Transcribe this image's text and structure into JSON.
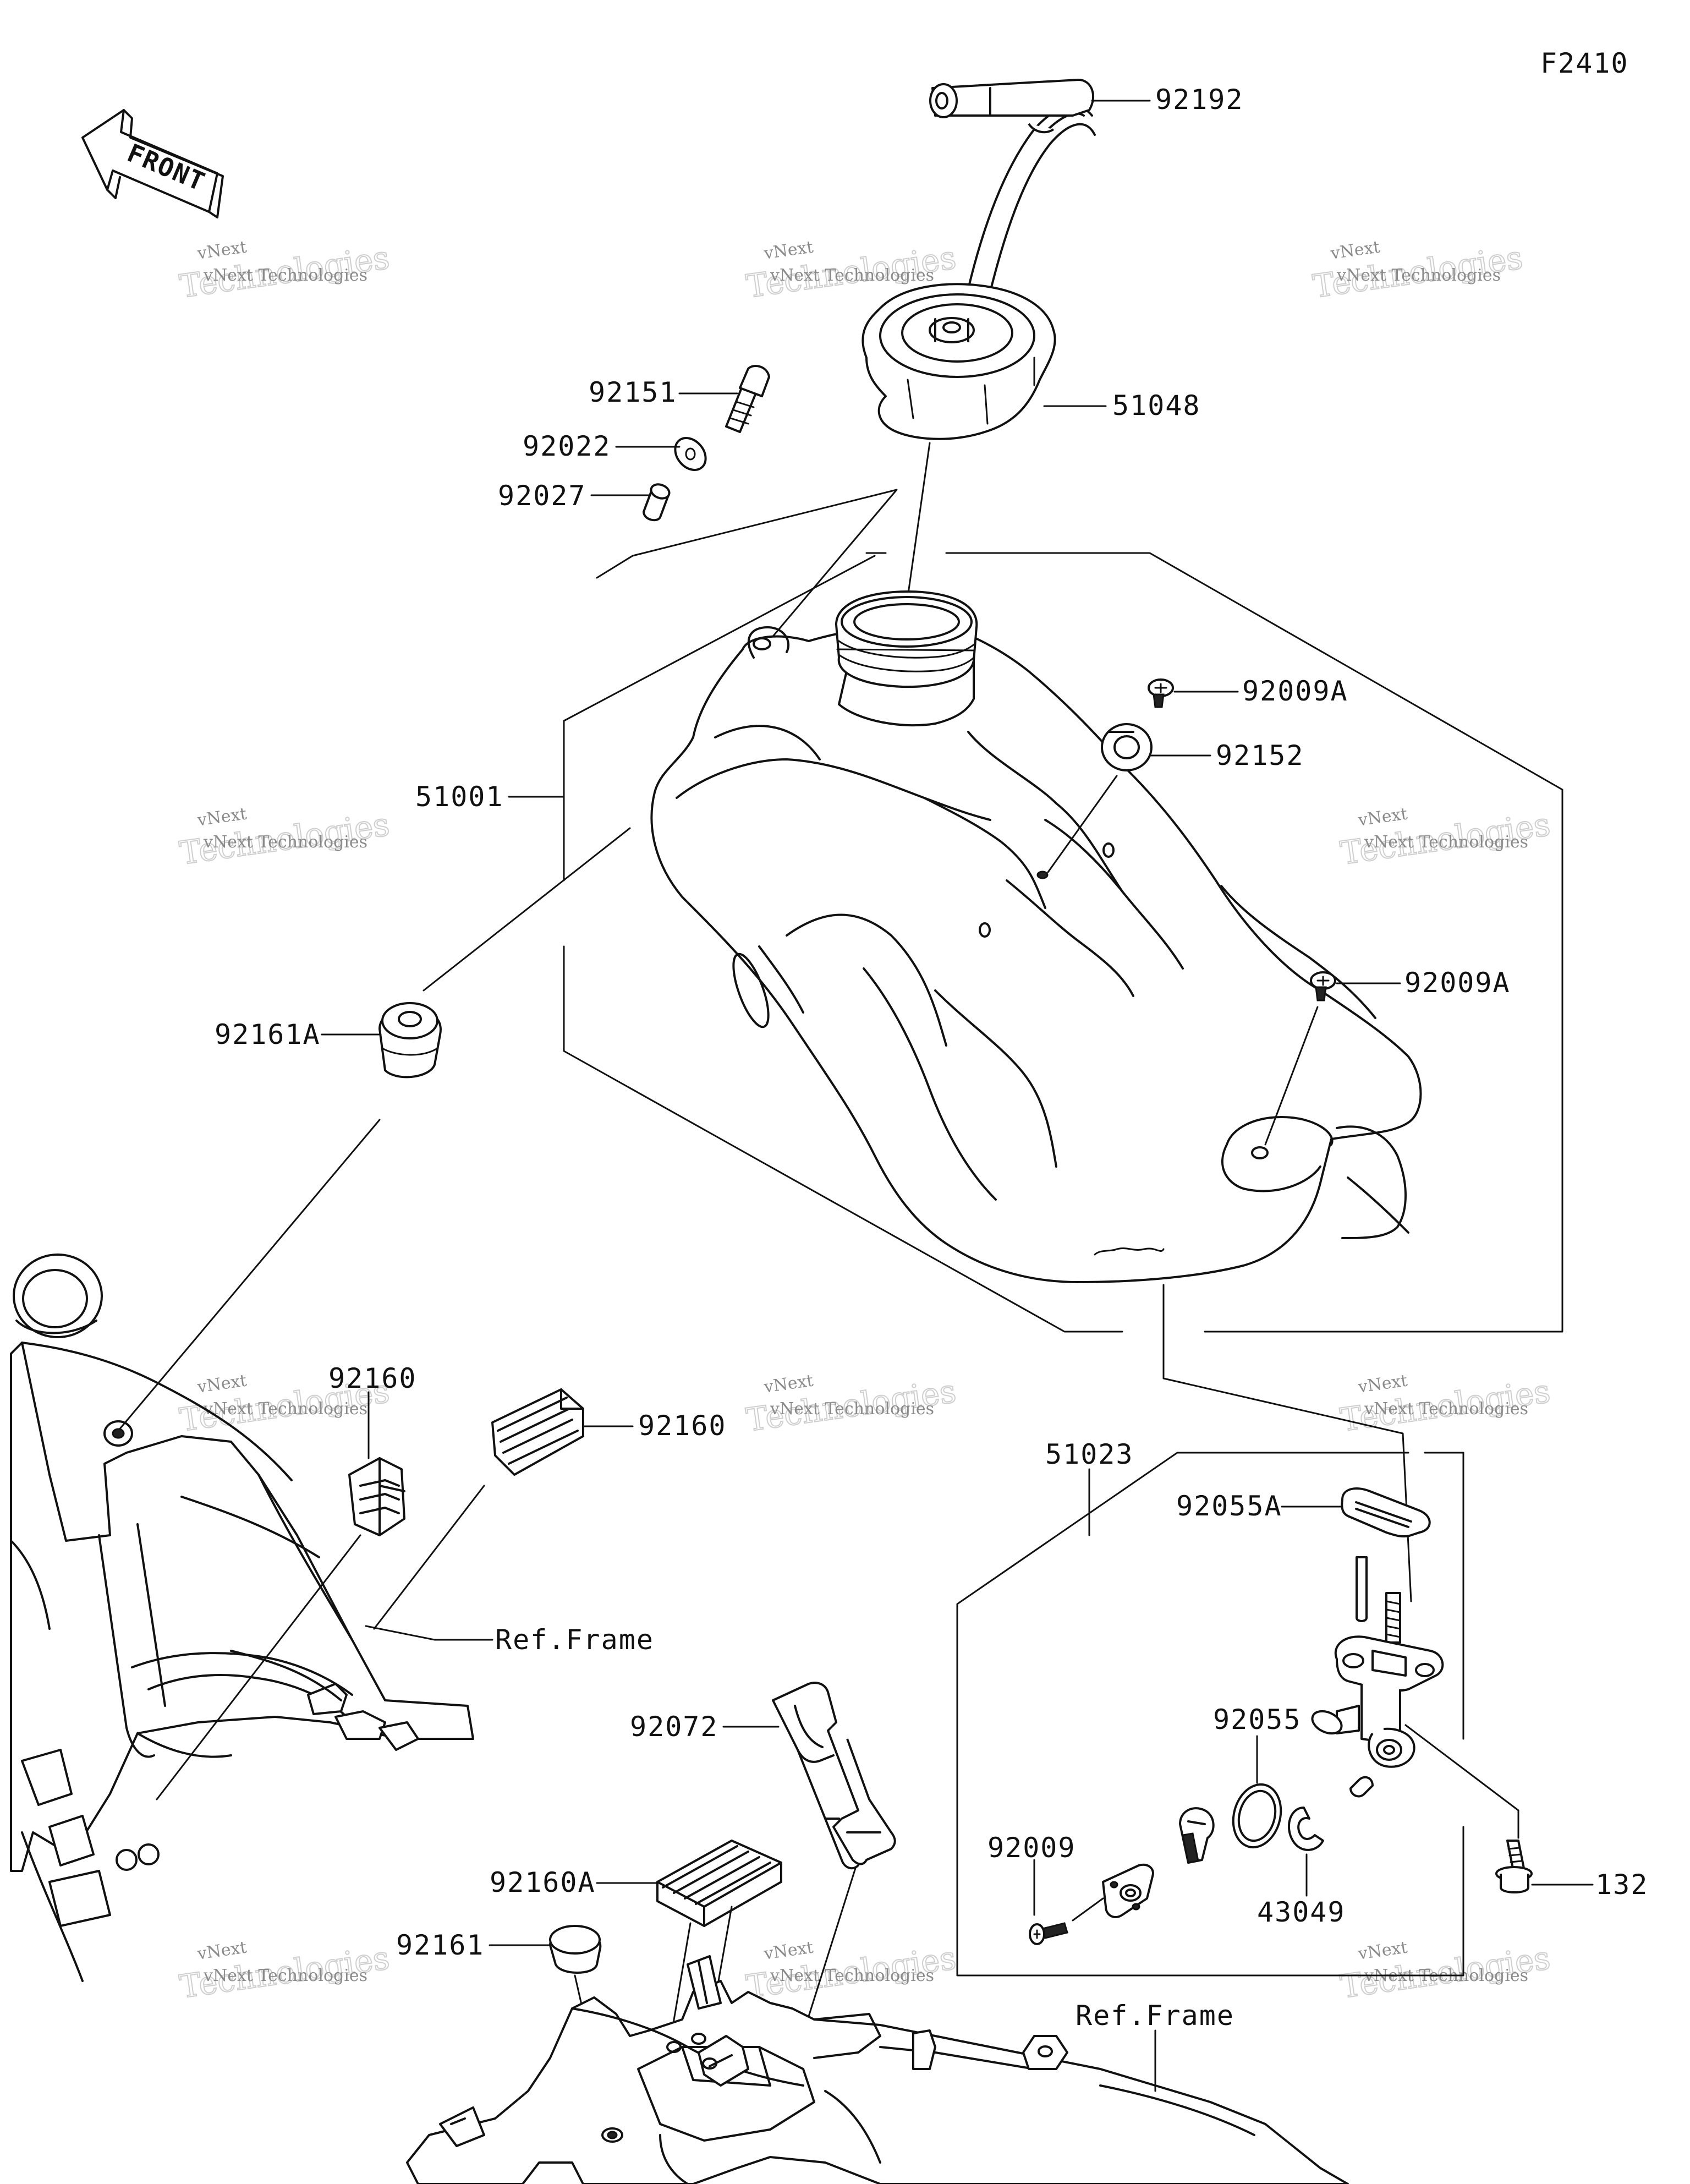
{
  "figure_code": "F2410",
  "front_arrow_text": "FRONT",
  "watermark": {
    "line1": "vNext Technologies",
    "line2": "Technologies",
    "line3": "vNext"
  },
  "callouts": {
    "p92192": "92192",
    "p92151": "92151",
    "p92022": "92022",
    "p92027": "92027",
    "p51048": "51048",
    "p92009A_top": "92009A",
    "p92152": "92152",
    "p51001": "51001",
    "p92009A_mid": "92009A",
    "p92161A": "92161A",
    "p92160_left": "92160",
    "p92160_right": "92160",
    "ref_frame_upper": "Ref.Frame",
    "p51023": "51023",
    "p92055A": "92055A",
    "p92072": "92072",
    "p92055": "92055",
    "p92009": "92009",
    "p43049": "43049",
    "p132": "132",
    "p92160A": "92160A",
    "p92161": "92161",
    "ref_frame_lower": "Ref.Frame"
  }
}
